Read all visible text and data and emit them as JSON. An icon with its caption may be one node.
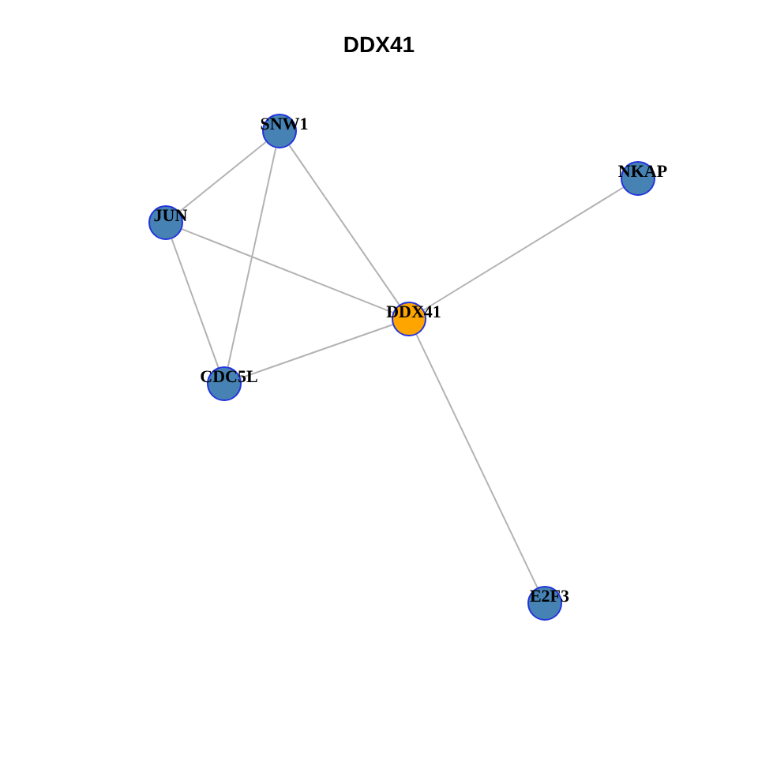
{
  "diagram": {
    "title": "DDX41",
    "nodes": [
      {
        "text": [
          "SNW1"
        ]
      },
      {
        "text": [
          "NKAP"
        ]
      },
      {
        "text": [
          "JUN"
        ]
      },
      {
        "text": [
          "DDX41"
        ]
      },
      {
        "text": [
          "CDC5L"
        ]
      },
      {
        "text": [
          "E2F3"
        ]
      }
    ],
    "edges": [
      {
        "from": 0,
        "to": 2,
        "arrow": "none"
      },
      {
        "from": 0,
        "to": 4,
        "arrow": "none"
      },
      {
        "from": 0,
        "to": 3,
        "arrow": "none"
      },
      {
        "from": 2,
        "to": 3,
        "arrow": "none"
      },
      {
        "from": 2,
        "to": 4,
        "arrow": "none"
      },
      {
        "from": 4,
        "to": 3,
        "arrow": "none"
      },
      {
        "from": 3,
        "to": 1,
        "arrow": "none"
      },
      {
        "from": 3,
        "to": 5,
        "arrow": "none"
      }
    ]
  }
}
